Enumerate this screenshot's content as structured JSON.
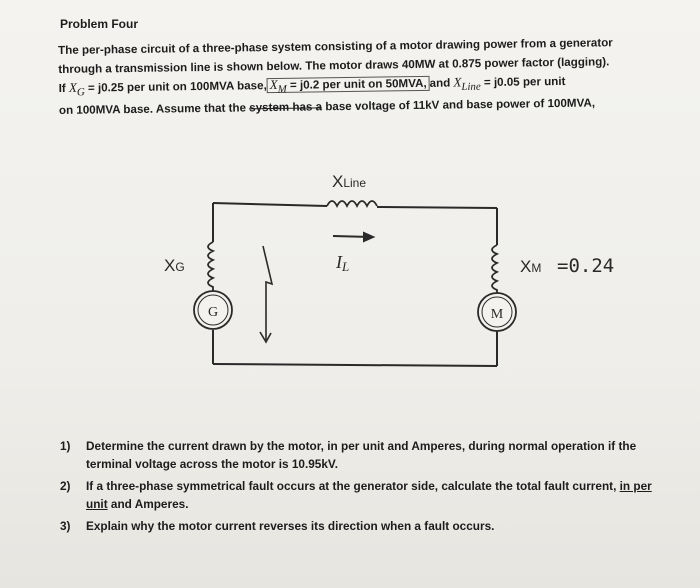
{
  "title": "Problem Four",
  "intro": {
    "line1": "The per-phase circuit of a three-phase system consisting of a motor drawing power from a generator",
    "line2": "through a transmission line is shown below. The motor draws 40MW at 0.875 power factor (lagging).",
    "line3_a": "If ",
    "line3_xg": "X",
    "line3_xg_sub": "G",
    "line3_b": " = j0.25 per unit on 100MVA base,",
    "line3_xm": "X",
    "line3_xm_sub": "M",
    "line3_c": " = j0.2 per unit on 50MVA,",
    "line3_d": "and ",
    "line3_xl": "X",
    "line3_xl_sub": "Line",
    "line3_e": " = j0.05 per unit",
    "line4_a": "on 100MVA base. Assume that the ",
    "line4_strike": "system has a",
    "line4_b": " base voltage of 11kV and base power of 100MVA,"
  },
  "circuit": {
    "xline_label": "X",
    "xline_sub": "Line",
    "current_label": "I",
    "current_sub": "L",
    "xg_label": "X",
    "xg_sub": "G",
    "xm_label": "X",
    "xm_sub": "M",
    "xm_note": "=0.24",
    "generator_label": "G",
    "motor_label": "M"
  },
  "questions": [
    {
      "num": "1)",
      "text": "Determine the current drawn by the motor, in per unit and Amperes, during normal operation if the terminal voltage across the motor is 10.95kV."
    },
    {
      "num": "2)",
      "text_a": "If a three-phase symmetrical fault occurs at the generator side, calculate the total fault current, ",
      "text_u": "in per unit",
      "text_b": " and Amperes."
    },
    {
      "num": "3)",
      "text": "Explain why the motor current reverses its direction when a fault occurs."
    }
  ]
}
